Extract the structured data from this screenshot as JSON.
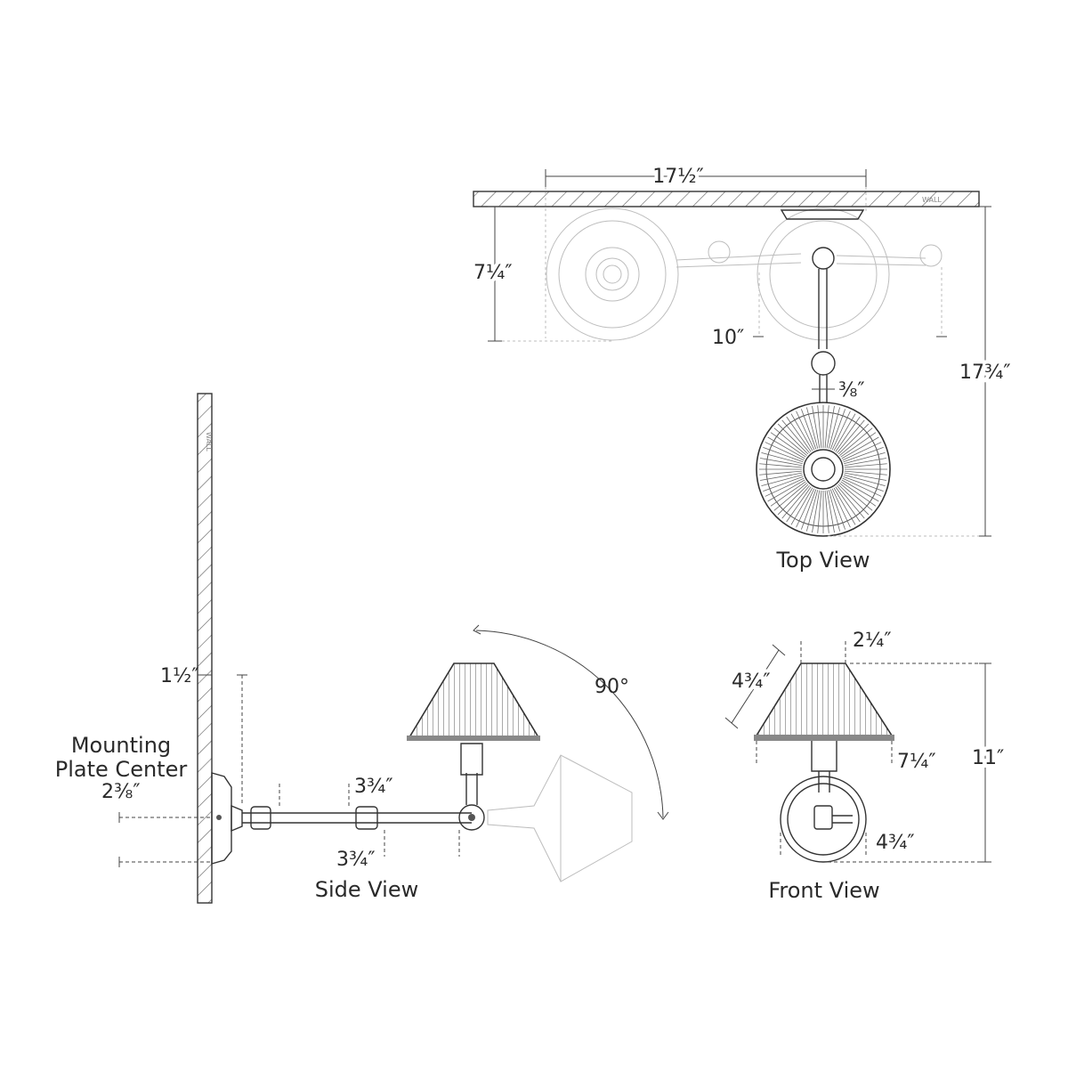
{
  "wall_label": "WALL",
  "top_view": {
    "title": "Top View",
    "dim_width": "17½″",
    "dim_depth_ghost": "7¼″",
    "dim_10": "10″",
    "dim_3_8": "⅜″",
    "dim_total_depth": "17¾″"
  },
  "side_view": {
    "title": "Side View",
    "mounting_label_line1": "Mounting",
    "mounting_label_line2": "Plate Center",
    "dim_plate_center": "2⅜″",
    "dim_plate_depth": "1½″",
    "dim_arm_upper": "3¾″",
    "dim_arm_lower": "3¾″",
    "dim_angle": "90°"
  },
  "front_view": {
    "title": "Front View",
    "dim_top_shade": "2¼″",
    "dim_shade_height": "4¾″",
    "dim_shade_width": "7¼″",
    "dim_backplate": "4¾″",
    "dim_total_height": "11″"
  }
}
